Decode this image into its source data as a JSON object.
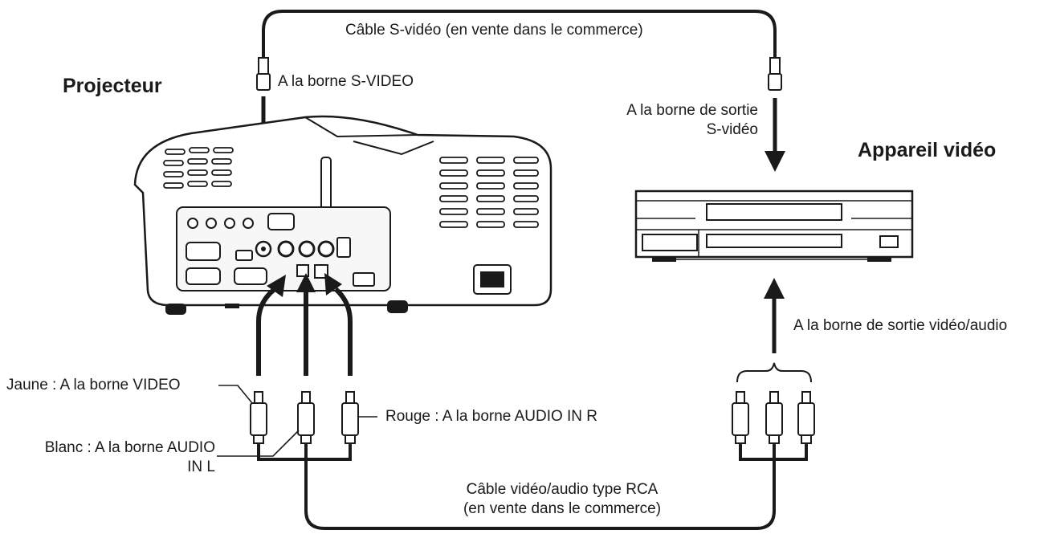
{
  "headings": {
    "projector": "Projecteur",
    "video_device": "Appareil vidéo"
  },
  "labels": {
    "svideo_cable": "Câble S-vidéo (en vente dans le commerce)",
    "svideo_terminal": "A la borne S-VIDEO",
    "svideo_output_line1": "A la borne de sortie",
    "svideo_output_line2": "S-vidéo",
    "av_output": "A la borne de sortie vidéo/audio",
    "yellow": "Jaune : A la borne VIDEO",
    "white_line1": "Blanc : A la borne AUDIO",
    "white_line2": "IN L",
    "red": "Rouge : A la borne AUDIO IN R",
    "rca_cable_line1": "Câble vidéo/audio type RCA",
    "rca_cable_line2": "(en vente dans le commerce)"
  },
  "colors": {
    "line": "#1a1a1a",
    "panel": "#f7f7f7"
  }
}
